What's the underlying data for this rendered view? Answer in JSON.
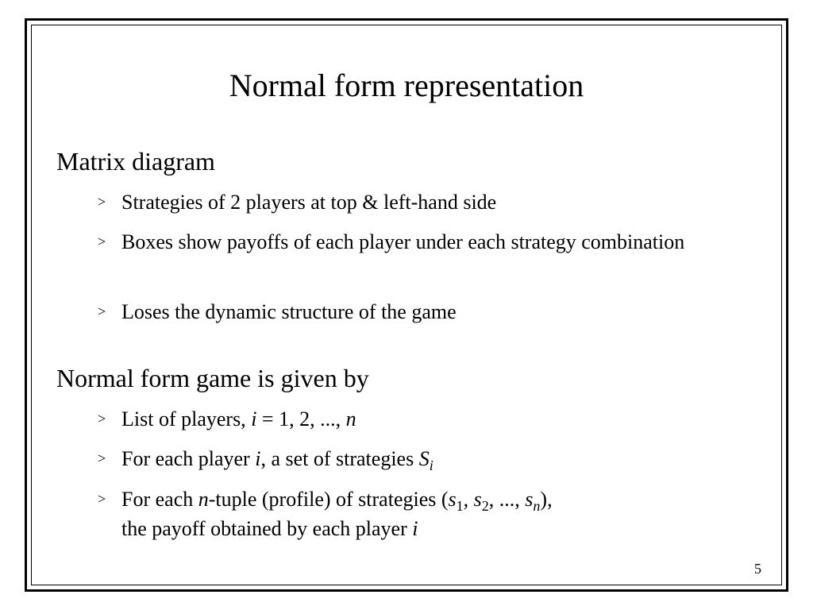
{
  "slide": {
    "title": "Normal form representation",
    "page_number": "5",
    "sections": [
      {
        "heading": "Matrix diagram",
        "bullets": [
          {
            "text": "Strategies of 2 players at top & left-hand side"
          },
          {
            "text": "Boxes show payoffs of each player under each strategy combination"
          },
          {
            "text": "Loses the dynamic structure of the game"
          }
        ]
      },
      {
        "heading": "Normal form game is given by",
        "bullets": [
          {
            "text_prefix": "List of players, ",
            "var_i": "i",
            "eq": " = 1, 2, ..., ",
            "var_n": "n"
          },
          {
            "text_prefix": "For each player ",
            "var_i": "i",
            "text_mid": ", a set of strategies ",
            "var_S": "S",
            "sub_i": "i"
          },
          {
            "t1": "For each ",
            "n": "n",
            "t2": "-tuple (profile) of strategies (",
            "s": "s",
            "sub1": "1",
            "sep": ", ",
            "sub2": "2",
            "ellipsis": ", ..., ",
            "subn": "n",
            "close": "),",
            "line2": "the payoff obtained by each player ",
            "var_i": "i"
          }
        ]
      }
    ]
  }
}
